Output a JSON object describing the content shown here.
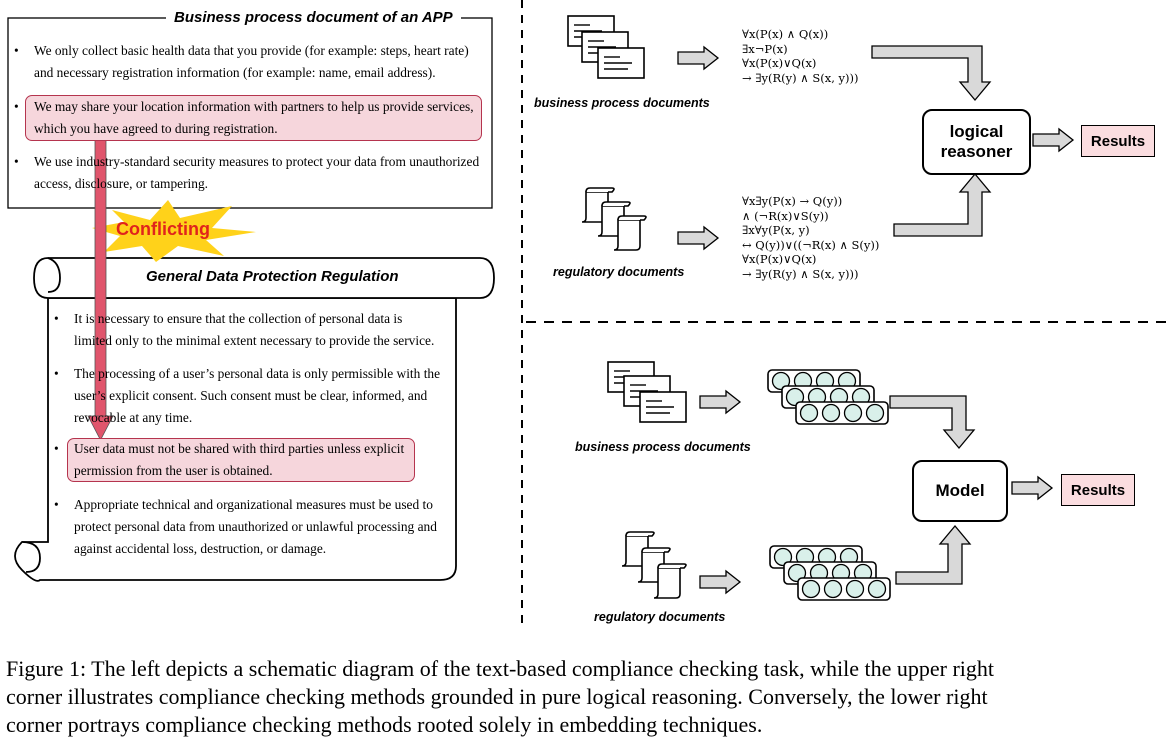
{
  "left": {
    "top_doc": {
      "title": "Business process document of an APP",
      "bullets": [
        {
          "lines": [
            "We only collect basic health data that you provide (for example: steps, heart rate)",
            "and necessary registration information (for example: name, email address)."
          ]
        },
        {
          "lines": [
            "We may share your location information with partners to help us provide services,",
            "which you have agreed to during registration."
          ],
          "highlight": true
        },
        {
          "lines": [
            "We use industry-standard security measures to protect your data from unauthorized",
            "access, disclosure, or tampering."
          ]
        }
      ]
    },
    "conflict_label": "Conflicting",
    "scroll_doc": {
      "title": "General Data Protection Regulation",
      "bullets": [
        {
          "lines": [
            "It is necessary to ensure that the collection of personal data is",
            "limited only to the minimal extent necessary to provide the service."
          ]
        },
        {
          "lines": [
            "The processing of a user’s personal data is only permissible with the",
            "user’s explicit consent. Such consent must be clear, informed, and",
            "revocable at any time."
          ]
        },
        {
          "lines": [
            "User data must not be shared with third parties unless explicit",
            "permission from the user is obtained."
          ],
          "highlight": true
        },
        {
          "lines": [
            "Appropriate technical and organizational measures must be used to",
            "protect personal data from unauthorized or unlawful processing and",
            "against accidental loss, destruction, or damage."
          ]
        }
      ]
    }
  },
  "upper_right": {
    "bp_label": "business process documents",
    "reg_label": "regulatory documents",
    "bp_logic": [
      "∀x(P(x) ∧ Q(x))",
      "∃x¬P(x)",
      "∀x(P(x)∨Q(x)",
      "→ ∃y(R(y) ∧ S(x, y)))"
    ],
    "reg_logic": [
      "∀x∃y(P(x) → Q(y))",
      "∧ (¬R(x)∨S(y))",
      "∃x∀y(P(x, y)",
      "↔ Q(y))∨((¬R(x) ∧ S(y))",
      "∀x(P(x)∨Q(x)",
      "→ ∃y(R(y) ∧ S(x, y)))"
    ],
    "reasoner_line1": "logical",
    "reasoner_line2": "reasoner",
    "results": "Results"
  },
  "lower_right": {
    "bp_label": "business process documents",
    "reg_label": "regulatory documents",
    "model": "Model",
    "results": "Results"
  },
  "caption": [
    "Figure 1: The left depicts a schematic diagram of the text-based compliance checking task, while the upper right",
    "corner illustrates compliance checking methods grounded in pure logical reasoning. Conversely, the lower right",
    "corner portrays compliance checking methods rooted solely in embedding techniques."
  ],
  "colors": {
    "highlight_fill": "#f6d6dc",
    "highlight_border": "#b5344e",
    "conflict_arrow": "#e0556c",
    "conflict_burst": "#ffd21a",
    "conflict_text": "#e0231c",
    "embedding_fill": "#d9f0ea",
    "results_fill": "#fbdde0",
    "arrow_fill": "#d9d9d9"
  },
  "icons": [
    "document-stack-icon",
    "scroll-stack-icon",
    "embedding-vector-icon",
    "hollow-arrow-icon"
  ]
}
